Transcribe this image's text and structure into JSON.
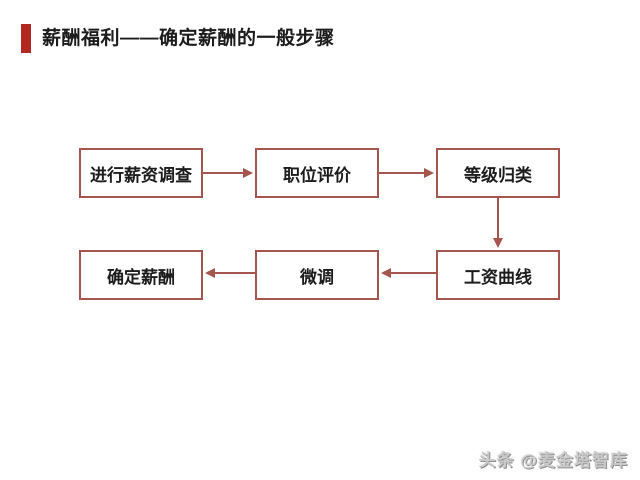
{
  "header": {
    "title": "薪酬福利——确定薪酬的一般步骤"
  },
  "flowchart": {
    "nodes": [
      {
        "id": "salary-survey",
        "label": "进行薪资调查"
      },
      {
        "id": "job-evaluation",
        "label": "职位评价"
      },
      {
        "id": "grade-classification",
        "label": "等级归类"
      },
      {
        "id": "wage-curve",
        "label": "工资曲线"
      },
      {
        "id": "fine-tuning",
        "label": "微调"
      },
      {
        "id": "determine-pay",
        "label": "确定薪酬"
      }
    ],
    "flow_order": [
      "进行薪资调查 → 职位评价",
      "职位评价 → 等级归类",
      "等级归类 → 工资曲线",
      "工资曲线 → 微调",
      "微调 → 确定薪酬"
    ]
  },
  "watermark": {
    "text": "头条 @麦金塔智库"
  },
  "colors": {
    "accent_red": "#b2271f",
    "flow_red": "#a5554e",
    "text_black": "#1c1c1c",
    "watermark_gray": "#c9c9c9"
  }
}
